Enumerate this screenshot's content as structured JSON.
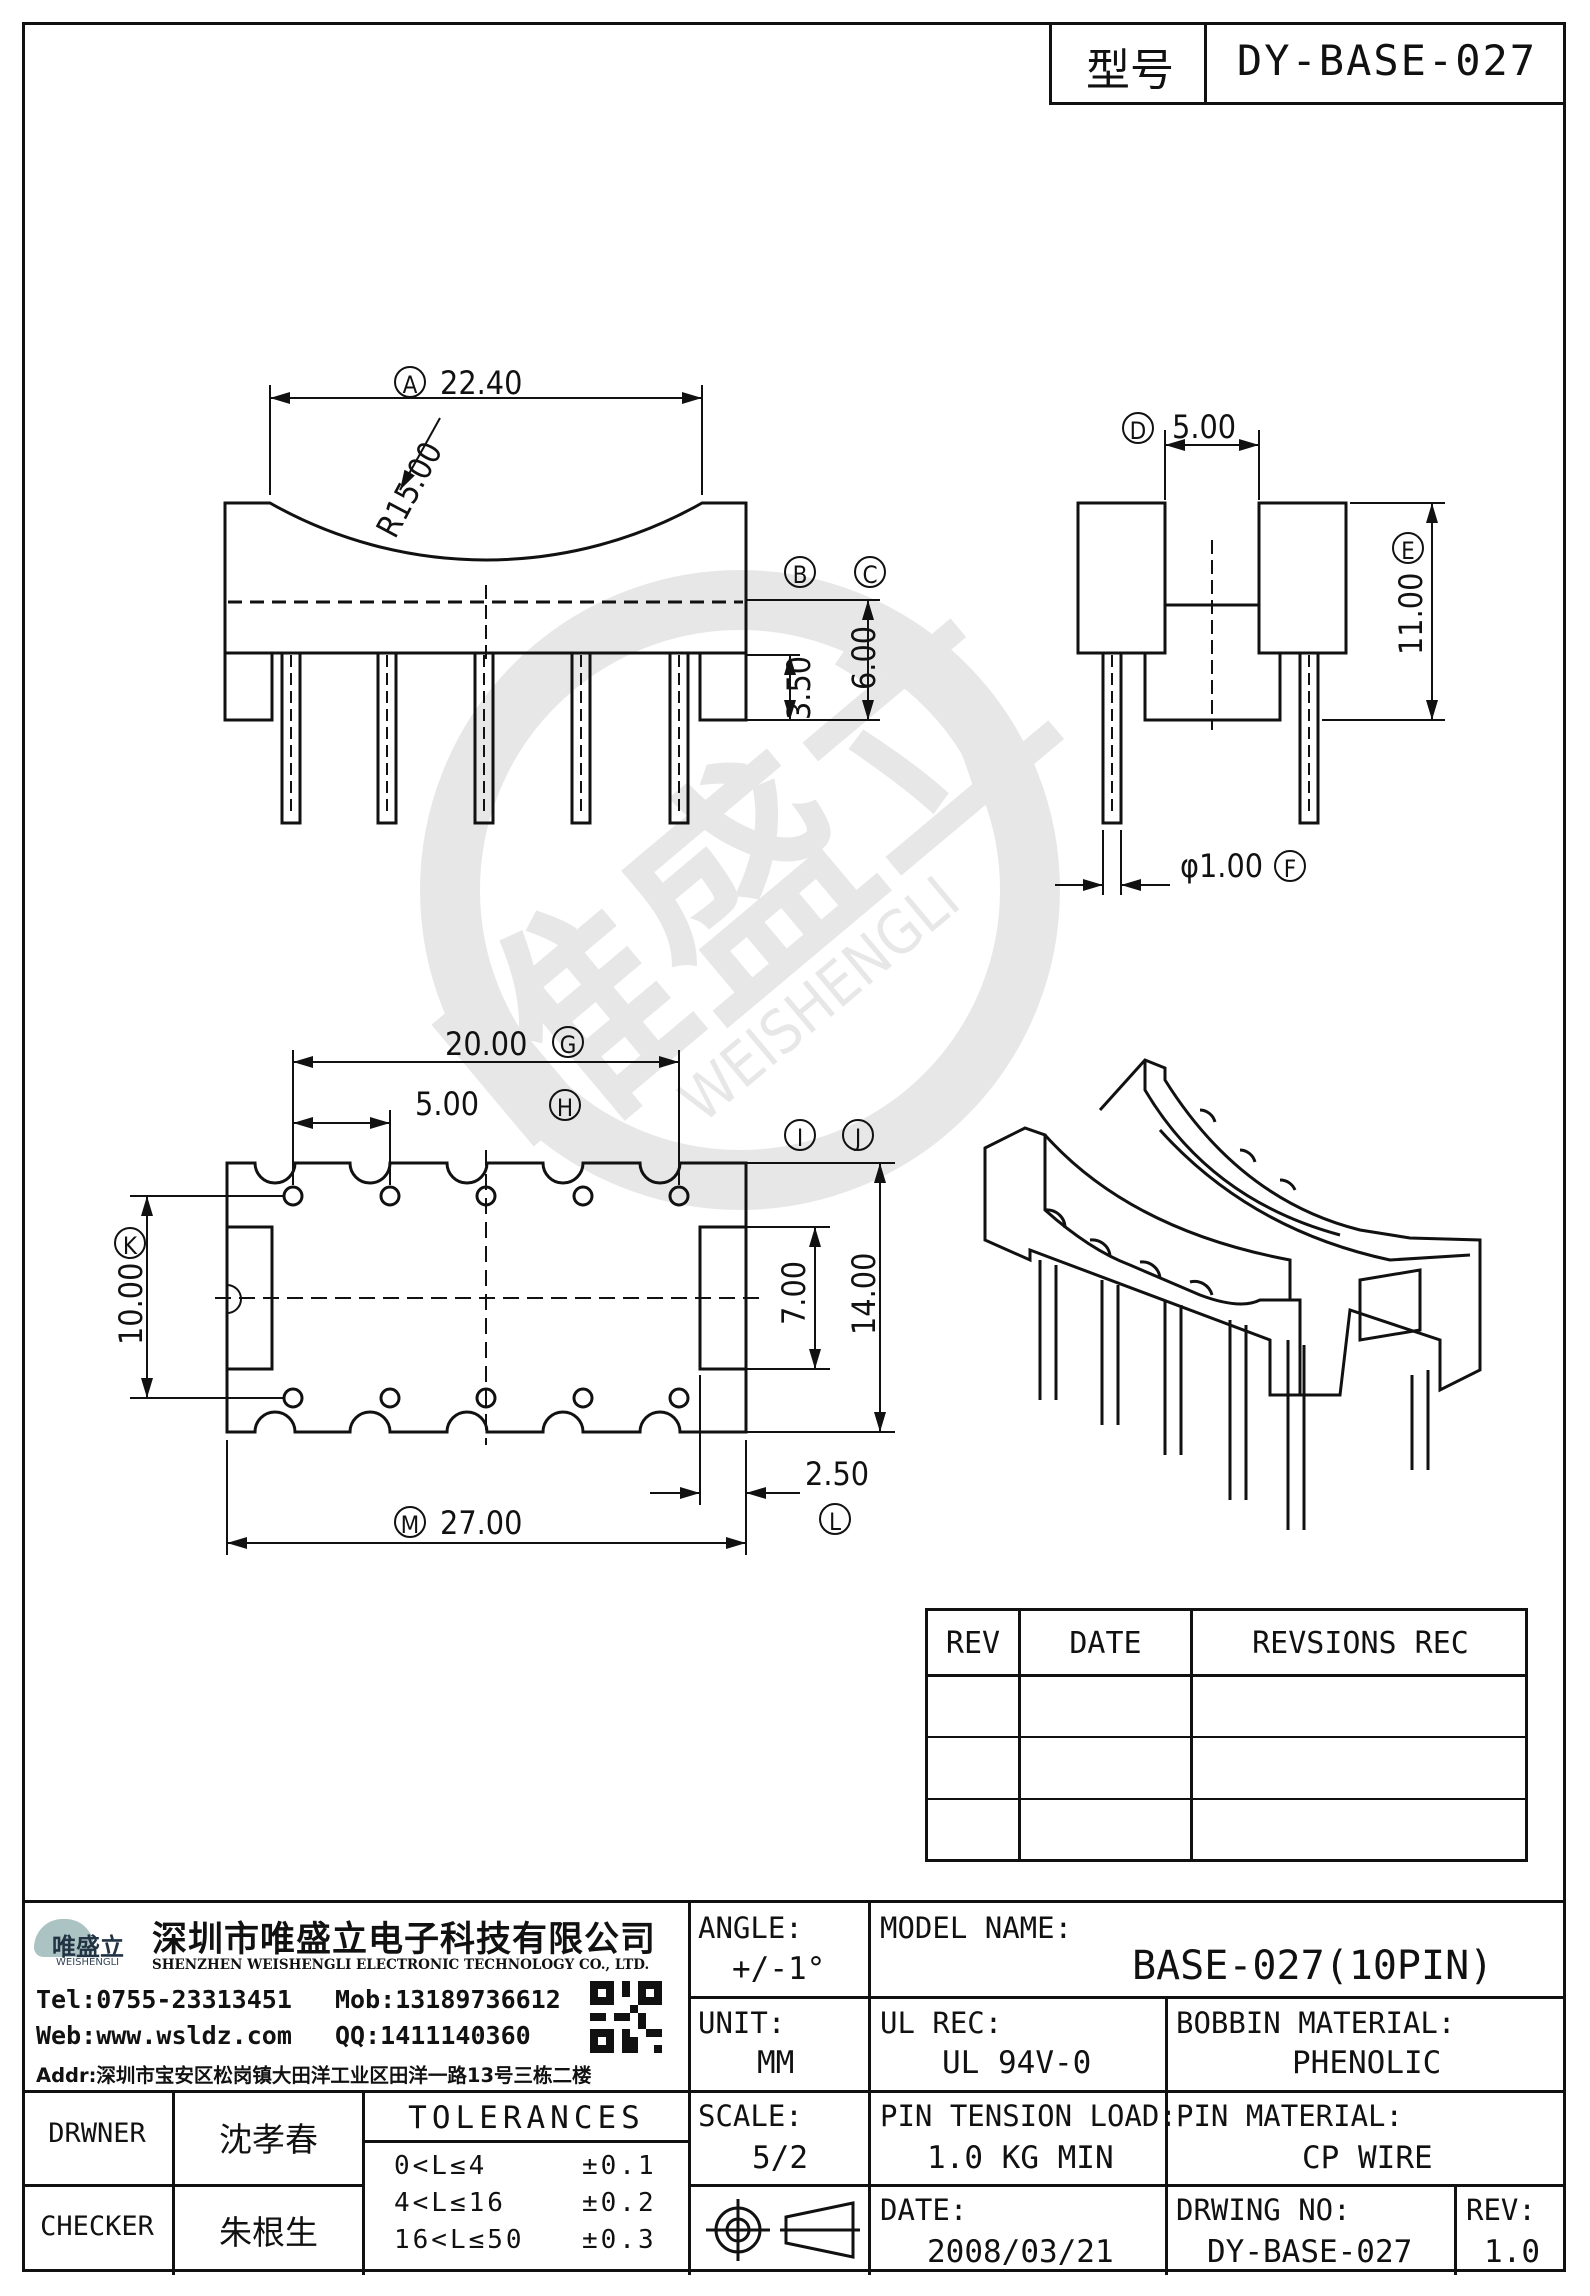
{
  "header": {
    "type_label": "型号",
    "type_value": "DY-BASE-027"
  },
  "dims": {
    "A": "22.40",
    "R": "R15.00",
    "B": "B",
    "C": "C",
    "h350": "3.50",
    "h600": "6.00",
    "D": "5.00",
    "E": "11.00",
    "F": "φ1.00",
    "G": "20.00",
    "H": "5.00",
    "I": "I",
    "J": "J",
    "h700": "7.00",
    "h1400": "14.00",
    "K": "10.00",
    "L": "2.50",
    "M": "27.00",
    "circ": {
      "A": "A",
      "B": "B",
      "C": "C",
      "D": "D",
      "E": "E",
      "F": "F",
      "G": "G",
      "H": "H",
      "I": "I",
      "J": "J",
      "K": "K",
      "L": "L",
      "M": "M"
    }
  },
  "watermark": {
    "cn": "唯盛立",
    "en": "WEISHENGLI"
  },
  "revision": {
    "headers": [
      "REV",
      "DATE",
      "REVSIONS REC"
    ],
    "rows": [
      [
        "",
        "",
        ""
      ],
      [
        "",
        "",
        ""
      ],
      [
        "",
        "",
        ""
      ]
    ]
  },
  "company": {
    "logo_cn": "唯盛立",
    "logo_en": "WEISHENGLI",
    "name_cn": "深圳市唯盛立电子科技有限公司",
    "name_en": "SHENZHEN WEISHENGLI ELECTRONIC TECHNOLOGY CO., LTD.",
    "tel": "Tel:0755-23313451",
    "mob": "Mob:13189736612",
    "web": "Web:www.wsldz.com",
    "qq": "QQ:1411140360",
    "addr": "Addr:深圳市宝安区松岗镇大田洋工业区田洋一路13号三栋二楼"
  },
  "title_block": {
    "angle_label": "ANGLE:",
    "angle_value": "+/-1°",
    "model_label": "MODEL NAME:",
    "model_value": "BASE-027(10PIN)",
    "unit_label": "UNIT:",
    "unit_value": "MM",
    "ulrec_label": "UL REC:",
    "ulrec_value": "UL 94V-0",
    "bobbin_label": "BOBBIN MATERIAL:",
    "bobbin_value": "PHENOLIC",
    "scale_label": "SCALE:",
    "scale_value": "5/2",
    "tension_label": "PIN TENSION LOAD:",
    "tension_value": "1.0 KG MIN",
    "pinmat_label": "PIN MATERIAL:",
    "pinmat_value": "CP WIRE",
    "date_label": "DATE:",
    "date_value": "2008/03/21",
    "drwno_label": "DRWING NO:",
    "drwno_value": "DY-BASE-027",
    "rev_label": "REV:",
    "rev_value": "1.0",
    "drawer_label": "DRWNER",
    "drawer_value": "沈孝春",
    "checker_label": "CHECKER",
    "checker_value": "朱根生",
    "tol_title": "TOLERANCES",
    "tol_rows": [
      {
        "range": "0<L≤4",
        "tol": "±0.1"
      },
      {
        "range": "4<L≤16",
        "tol": "±0.2"
      },
      {
        "range": "16<L≤50",
        "tol": "±0.3"
      }
    ]
  }
}
